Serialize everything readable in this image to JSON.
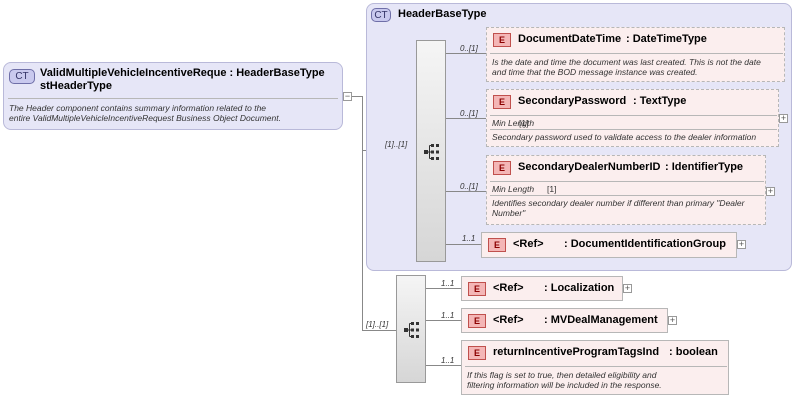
{
  "root": {
    "badge": "CT",
    "title_line1": "ValidMultipleVehicleIncentiveReque : HeaderBaseType",
    "title_line2": "stHeaderType",
    "desc_line1": "The Header component contains summary information related to the",
    "desc_line2": "entire ValidMultipleVehicleIncentiveRequest Business Object Document."
  },
  "base": {
    "badge": "CT",
    "title": "HeaderBaseType"
  },
  "seq1_card": "[1]..[1]",
  "seq2_card": "[1]..[1]",
  "elements": [
    {
      "card": "0..[1]",
      "badge": "E",
      "name": "DocumentDateTime",
      "type": ": DateTimeType",
      "desc_line1": "Is the date and time the document was last created. This is not the date",
      "desc_line2": "and time that the BOD message instance was created."
    },
    {
      "card": "0..[1]",
      "badge": "E",
      "name": "SecondaryPassword",
      "type": ": TextType",
      "facet_label": "Min Length",
      "facet_value": "[1]",
      "desc_line1": "Secondary password used to validate access to the dealer information"
    },
    {
      "card": "0..[1]",
      "badge": "E",
      "name": "SecondaryDealerNumberID",
      "type": ": IdentifierType",
      "facet_label": "Min Length",
      "facet_value": "[1]",
      "desc_line1": "Identifies secondary dealer number if different than primary \"Dealer",
      "desc_line2": "Number\""
    },
    {
      "card": "1..1",
      "badge": "E",
      "name": "<Ref>",
      "type": ": DocumentIdentificationGroup"
    },
    {
      "card": "1..1",
      "badge": "E",
      "name": "<Ref>",
      "type": ": Localization"
    },
    {
      "card": "1..1",
      "badge": "E",
      "name": "<Ref>",
      "type": ": MVDealManagement"
    },
    {
      "card": "1..1",
      "badge": "E",
      "name": "returnIncentiveProgramTagsInd",
      "type": ": boolean",
      "desc_line1": "If this flag is set to true, then detailed eligibility and",
      "desc_line2": "filtering information will be included in the response."
    }
  ],
  "colors": {
    "ct_panel": "#e6e6f7",
    "element_fill": "#fbeeee",
    "element_badge": "#f4b6b6"
  },
  "icons": [
    "complex-type-icon",
    "sequence-icon",
    "expand-icon"
  ]
}
